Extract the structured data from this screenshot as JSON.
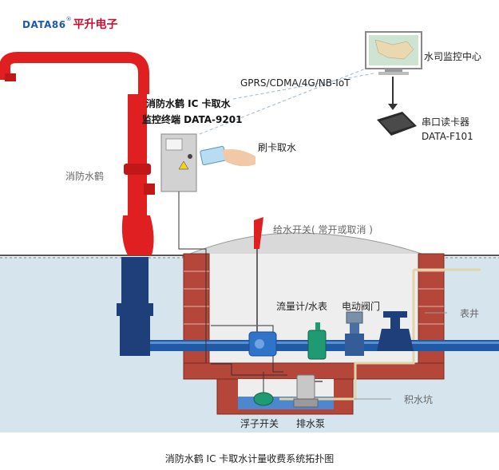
{
  "logo": {
    "brand": "DATA86",
    "registered": "®",
    "company": "平升电子"
  },
  "labels": {
    "center": "水司监控中心",
    "network": "GPRS/CDMA/4G/NB-IoT",
    "terminal_line1": "消防水鹤 IC 卡取水",
    "terminal_line2": "监控终端 DATA-9201",
    "card_reader_line1": "串口读卡器",
    "card_reader_line2": "DATA-F101",
    "swipe": "刷卡取水",
    "crane": "消防水鹤",
    "valve_switch": "给水开关( 常开或取消 )",
    "flowmeter": "流量计/水表",
    "electric_valve": "电动阀门",
    "meter_well": "表井",
    "sump": "积水坑",
    "float_switch": "浮子开关",
    "drain_pump": "排水泵"
  },
  "caption": "消防水鹤 IC 卡取水计量收费系统拓扑图",
  "colors": {
    "crane_red": "#e02020",
    "pipe_blue": "#1f5aa6",
    "brick": "#b5463a",
    "ground": "#d6e4ee",
    "well_fill": "#eeeeee"
  }
}
